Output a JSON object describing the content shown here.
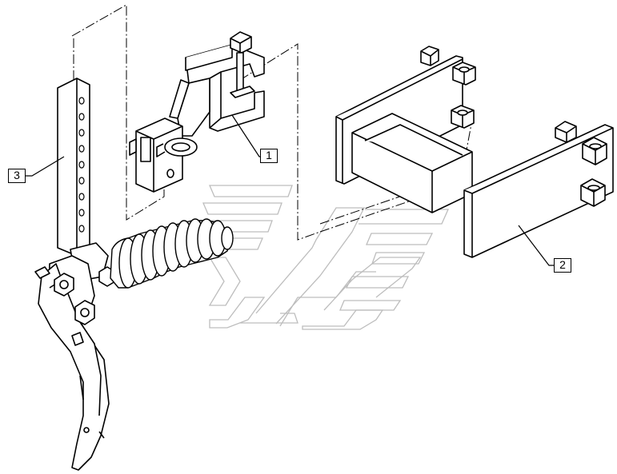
{
  "callouts": [
    {
      "id": "c1",
      "label": "1"
    },
    {
      "id": "c2",
      "label": "2"
    },
    {
      "id": "c3",
      "label": "3"
    }
  ],
  "watermark": {
    "name": "brand-chevron-logo",
    "color": "#bdbdbd"
  },
  "colors": {
    "line": "#000000",
    "background": "#ffffff"
  }
}
